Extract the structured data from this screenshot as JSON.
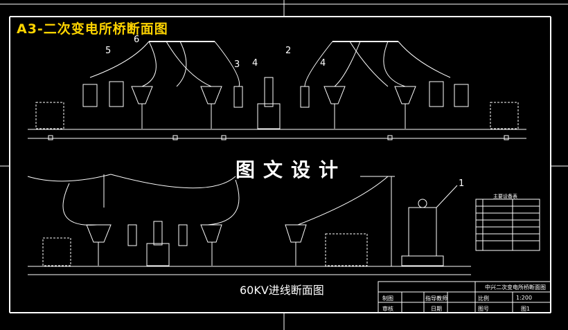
{
  "drawing": {
    "title": "A3-二次变电所桥断面图",
    "watermark": "图文设计",
    "section_title": "60KV进线断面图",
    "callouts": [
      "6",
      "5",
      "3",
      "4",
      "2",
      "4",
      "1"
    ]
  },
  "title_block": {
    "project_name": "中兴二次变电所桥断面图",
    "scale_label": "比例",
    "scale_value": "1:200",
    "row1_left": "制图",
    "row1_mid": "指导教师",
    "row2_left": "审核",
    "row2_mid": "日期",
    "row2_right": "图号",
    "row2_value": "图1"
  },
  "legend": {
    "title": "主要设备表"
  },
  "colors": {
    "background": "#000000",
    "lines": "#ffffff",
    "title": "#ffd400"
  }
}
